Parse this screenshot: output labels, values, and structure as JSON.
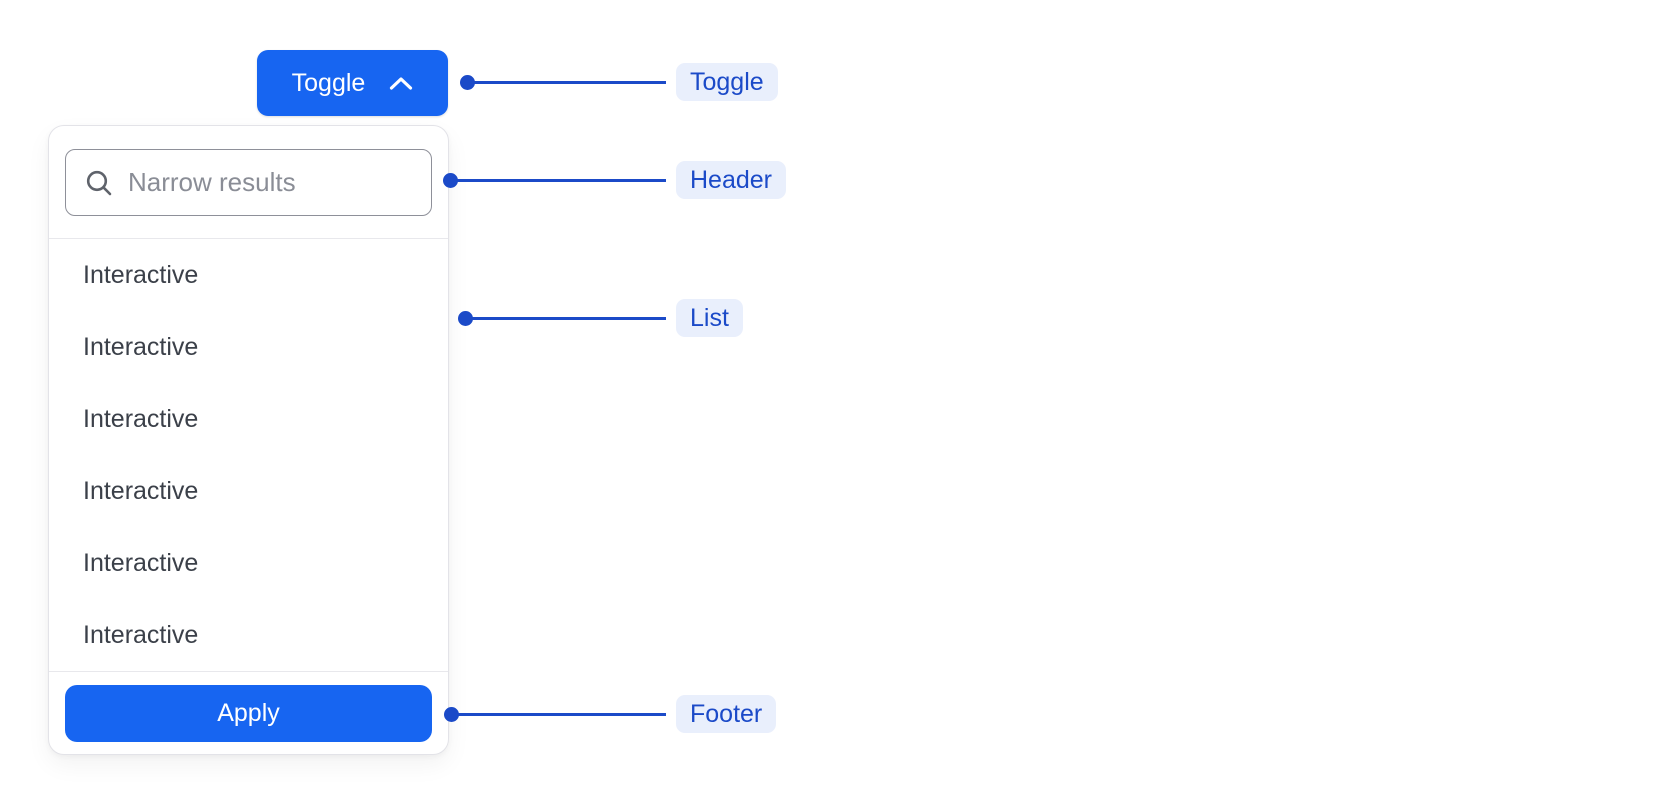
{
  "toggle_button": {
    "label": "Toggle"
  },
  "dropdown": {
    "search": {
      "placeholder": "Narrow results"
    },
    "items": [
      "Interactive",
      "Interactive",
      "Interactive",
      "Interactive",
      "Interactive",
      "Interactive"
    ],
    "footer": {
      "apply_label": "Apply"
    }
  },
  "annotations": {
    "toggle": "Toggle",
    "header": "Header",
    "list": "List",
    "footer": "Footer"
  },
  "icons": {
    "toggle_chevron": "chevron-up-icon",
    "search": "search-icon"
  },
  "colors": {
    "primary_blue": "#1765F1",
    "annotation_blue": "#1B4AC8",
    "annotation_pill_bg": "#E9EFFC",
    "panel_border": "#E3E3E8",
    "input_border": "#8E9099",
    "divider": "#E8E8EC",
    "item_text": "#3B4049",
    "placeholder_text": "#8A8D96",
    "background": "#FFFFFF"
  }
}
